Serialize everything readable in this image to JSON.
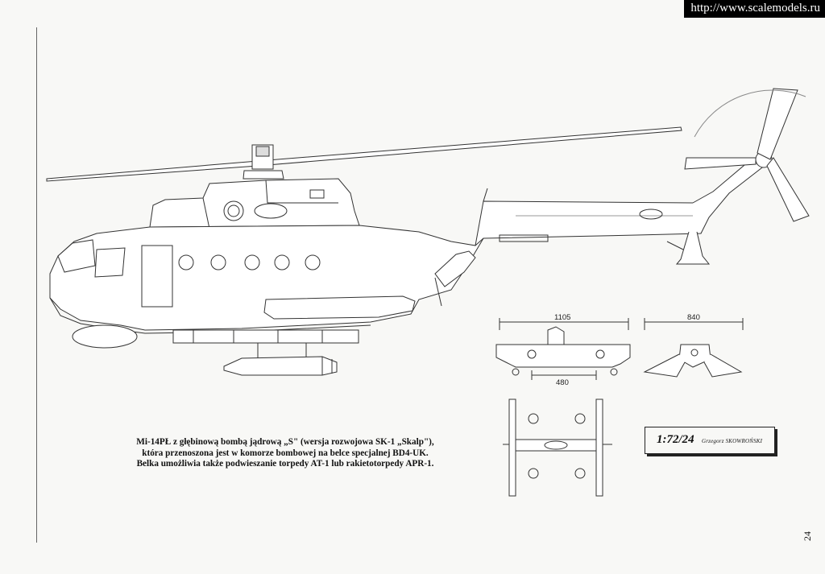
{
  "watermark": {
    "url": "http://www.scalemodels.ru"
  },
  "caption": {
    "lines": [
      "Mi-14PŁ z głębinową bombą jądrową „S\" (wersja rozwojowa SK-1 „Skalp\"),",
      "która przenoszona jest  w komorze bombowej na belce specjalnej BD4-UK.",
      "Belka umożliwia także podwieszanie torpedy AT-1 lub rakietotorpedy APR-1."
    ]
  },
  "scale_box": {
    "scale": "1:72/24",
    "author": "Grzegorz SKOWROŃSKI"
  },
  "dimensions": {
    "front_width": "1105",
    "front_inner": "480",
    "side_width": "840"
  },
  "page_number": "24",
  "colors": {
    "ink": "#333333",
    "paper": "#f8f8f6",
    "watermark_bg": "#000000"
  }
}
